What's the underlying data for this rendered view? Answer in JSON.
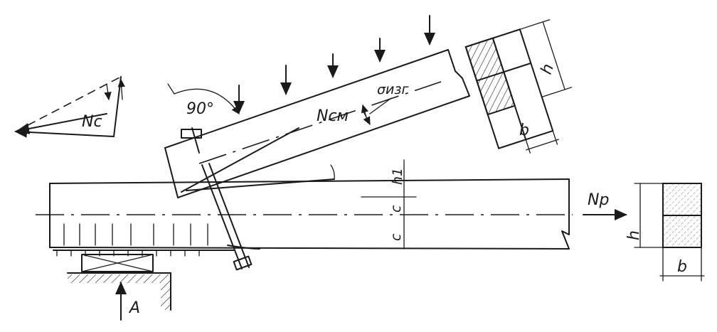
{
  "labels": {
    "angle": "90°",
    "rafter_force": "Nсм",
    "bending_stress": "σизг",
    "force_triangle": "Nc",
    "tie_force": "Np",
    "depth_h1": "h1",
    "depth_c_upper": "c",
    "depth_c_lower": "c",
    "section_top_h": "h",
    "section_top_b": "b",
    "section_right_h": "h",
    "section_right_b": "b",
    "support_reaction": "A"
  },
  "colors": {
    "ink": "#1a1a1a",
    "paper": "#ffffff"
  }
}
